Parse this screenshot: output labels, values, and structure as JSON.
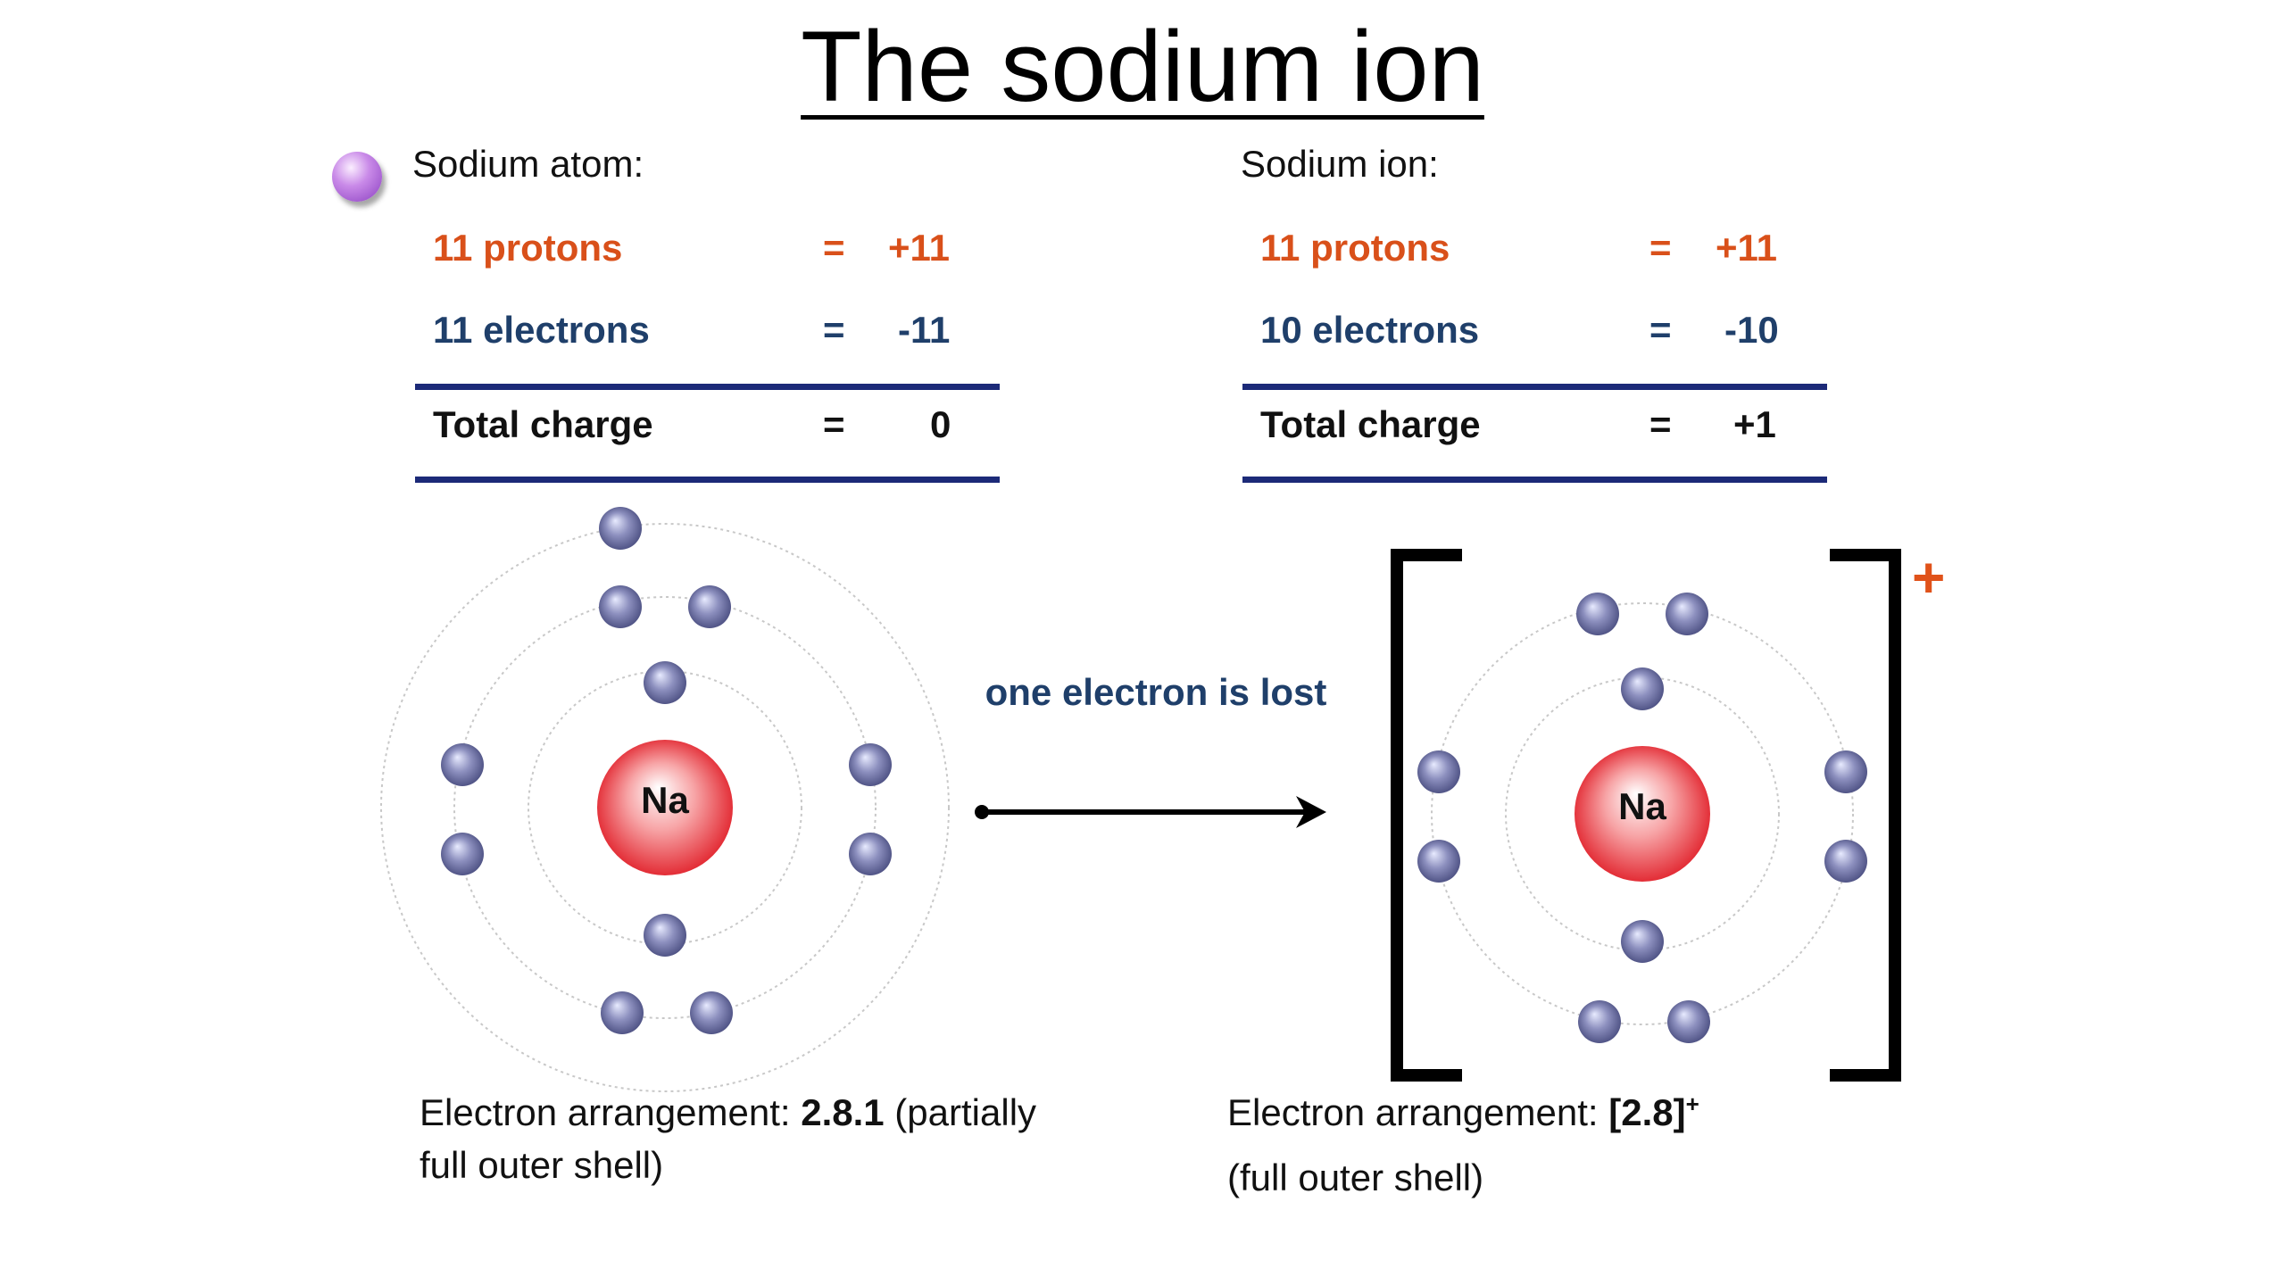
{
  "title": "The sodium ion",
  "atom": {
    "heading": "Sodium atom:",
    "protons_label": "11 protons",
    "protons_eq": "=",
    "protons_value": "+11",
    "electrons_label": "11 electrons",
    "electrons_eq": "=",
    "electrons_value": "-11",
    "total_label": "Total charge",
    "total_eq": "=",
    "total_value": "0",
    "nucleus": "Na",
    "caption_prefix": "Electron arrangement: ",
    "caption_bold": "2.8.1",
    "caption_suffix": " (partially",
    "caption_line2": "full outer shell)"
  },
  "ion": {
    "heading": "Sodium ion:",
    "protons_label": "11 protons",
    "protons_eq": "=",
    "protons_value": "+11",
    "electrons_label": "10 electrons",
    "electrons_eq": "=",
    "electrons_value": "-10",
    "total_label": "Total charge",
    "total_eq": "=",
    "total_value": "+1",
    "nucleus": "Na",
    "charge_sign": "+",
    "caption_prefix": "Electron arrangement: ",
    "caption_bold": "[2.8]",
    "caption_sup": "+",
    "caption_line2": "(full outer shell)"
  },
  "arrow_label": "one electron is lost",
  "colors": {
    "protons": "#d9501a",
    "electrons": "#1f3f6a",
    "rule": "#1c2a78",
    "nucleus": "#e8222a",
    "electron_dot": "#4a4f86",
    "plus_sign": "#e0521a"
  },
  "shells": {
    "atom": [
      2,
      8,
      1
    ],
    "ion": [
      2,
      8
    ]
  }
}
